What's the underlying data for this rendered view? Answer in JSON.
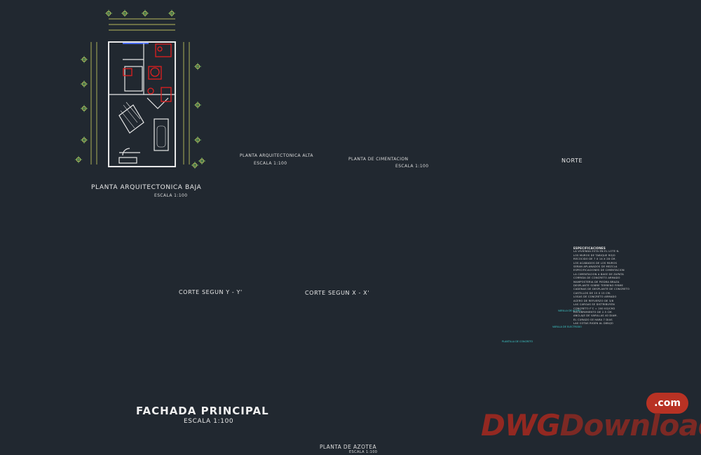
{
  "drawing": {
    "labels": {
      "planta_baja_title": "PLANTA ARQUITECTONICA BAJA",
      "planta_baja_scale": "ESCALA 1:100",
      "planta_alta_title": "PLANTA ARQUITECTONICA ALTA",
      "planta_alta_scale": "ESCALA 1:100",
      "cimentacion_title": "PLANTA DE CIMENTACION",
      "cimentacion_scale": "ESCALA 1:100",
      "north_label": "NORTE",
      "corte_yy": "CORTE SEGUN   Y - Y'",
      "corte_xx": "CORTE SEGUN   X - X'",
      "fachada_title": "FACHADA PRINCIPAL",
      "fachada_scale": "ESCALA 1:100",
      "azotea_title": "PLANTA DE AZOTEA",
      "azotea_scale": "ESCALA 1:100"
    },
    "detail_tags": {
      "tag_1": "VARILLA DE ACERO",
      "tag_2": "VARILLA DE ELECTRODO",
      "tag_3": "PLANTILLA DE CONCRETO"
    },
    "specifications": {
      "heading": "ESPECIFICACIONES",
      "lines": [
        "LA VIVIENDA ESTA EN EL LOTE N.",
        "LOS MUROS DE TABIQUE ROJO",
        "RECOCIDO DE 7 X 14 X 28 CM.",
        "LOS ACABADOS DE LOS MUROS",
        "SERAN APLANADOS DE MEZCLA",
        "ESPECIFICACIONES DE CIMENTACION",
        "LA CIMENTACION A BASE DE ZAPATA",
        "CORRIDA DE CONCRETO ARMADO",
        "MAMPOSTERIA DE PIEDRA BRAZA",
        "DESPLANTE SOBRE TERRENO FIRME",
        "CADENAS DE DESPLANTE DE CONCRETO",
        "CASTILLOS DE 15 X 15 CM.",
        "LOSAS DE CONCRETO ARMADO",
        "ACERO DE REFUERZO DE 3/8",
        "LAS CARGAS SE DISTRIBUYEN",
        "CONCRETO F'C = 200 KG/CM2",
        "RECUBRIMIENTO DE 2.5 CM.",
        "ANCLAJE DE VARILLAS 40 DIAM.",
        "EL CURADO SE HARA 7 DIAS",
        "LAS COTAS RIGEN AL DIBUJO"
      ]
    },
    "watermark": {
      "brand_prefix": "DWG",
      "brand_suffix": "Download",
      "domain": ".com"
    },
    "colors": {
      "background": "#212830",
      "lines": "#e8e8e8",
      "accent_red": "#e02020",
      "pink": "#ff7fa8",
      "dims_yellow": "#e8e86a",
      "green": "#5ad25a",
      "blue": "#4a6cf0"
    }
  }
}
